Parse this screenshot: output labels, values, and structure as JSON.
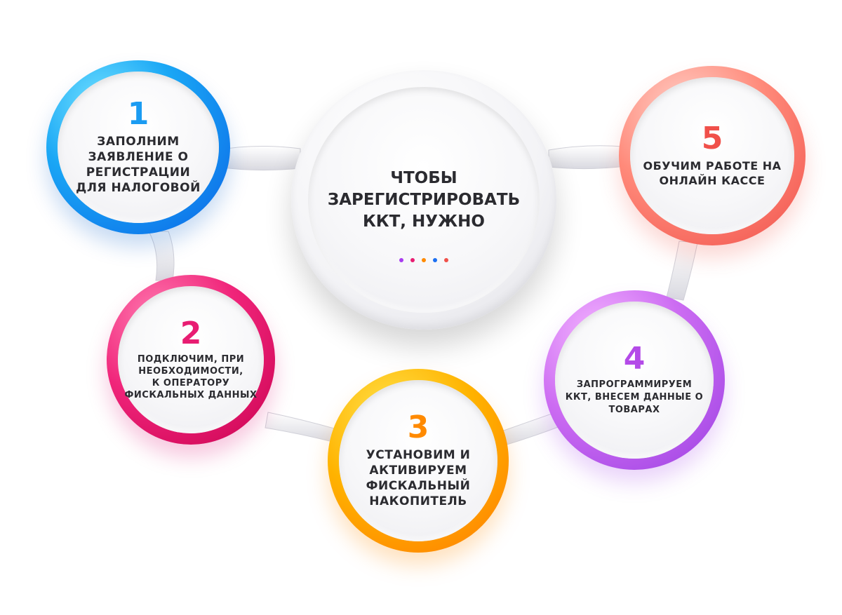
{
  "center": {
    "title": "ЧТОБЫ\nЗАРЕГИСТРИРОВАТЬ\nККТ, НУЖНО",
    "dot_colors": [
      "#a83cf0",
      "#e81d72",
      "#ff8a00",
      "#1b6ff2",
      "#f0504a"
    ]
  },
  "steps": [
    {
      "number": "1",
      "text": "ЗАПОЛНИМ\nЗАЯВЛЕНИЕ О\nРЕГИСТРАЦИИ\nДЛЯ НАЛОГОВОЙ",
      "color": "#1b9cf2"
    },
    {
      "number": "2",
      "text": "ПОДКЛЮЧИМ, ПРИ\nНЕОБХОДИМОСТИ,\nК ОПЕРАТОРУ\nФИСКАЛЬНЫХ ДАННЫХ",
      "color": "#e81d72"
    },
    {
      "number": "3",
      "text": "УСТАНОВИМ И\nАКТИВИРУЕМ\nФИСКАЛЬНЫЙ\nНАКОПИТЕЛЬ",
      "color": "#ff8a00"
    },
    {
      "number": "4",
      "text": "ЗАПРОГРАММИРУЕМ\nККТ, ВНЕСЕМ ДАННЫЕ О\nТОВАРАХ",
      "color": "#b44be8"
    },
    {
      "number": "5",
      "text": "ОБУЧИМ РАБОТЕ НА\nОНЛАЙН КАССЕ",
      "color": "#f0504a"
    }
  ]
}
